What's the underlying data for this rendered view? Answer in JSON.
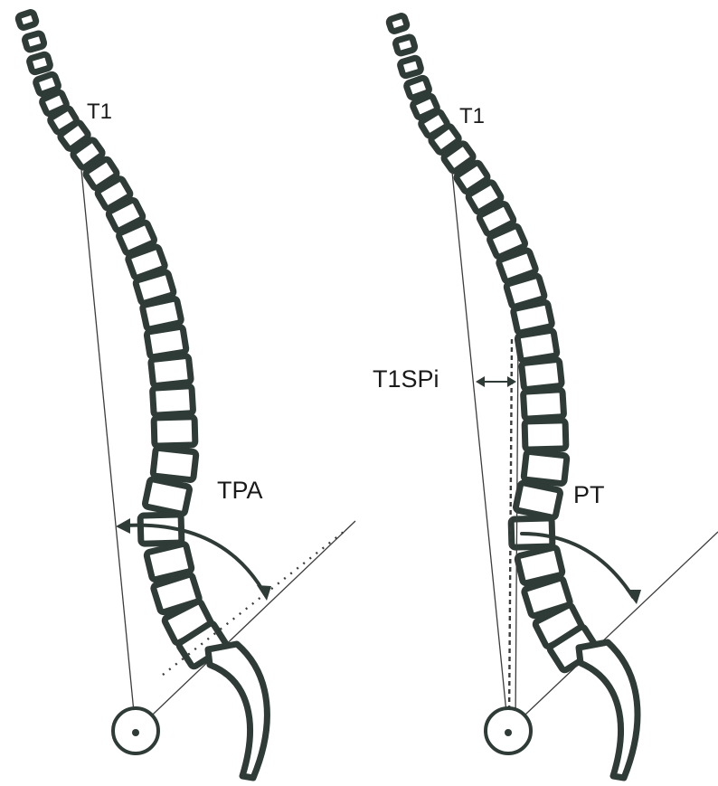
{
  "panels": [
    {
      "id": "left",
      "vertebra_label": "T1",
      "angle_label": "TPA"
    },
    {
      "id": "right",
      "vertebra_label": "T1",
      "offset_label": "T1SPi",
      "angle_label": "PT"
    }
  ],
  "colors": {
    "ink": "#2f3b37",
    "line": "#3c3c3c",
    "background": "#ffffff"
  }
}
